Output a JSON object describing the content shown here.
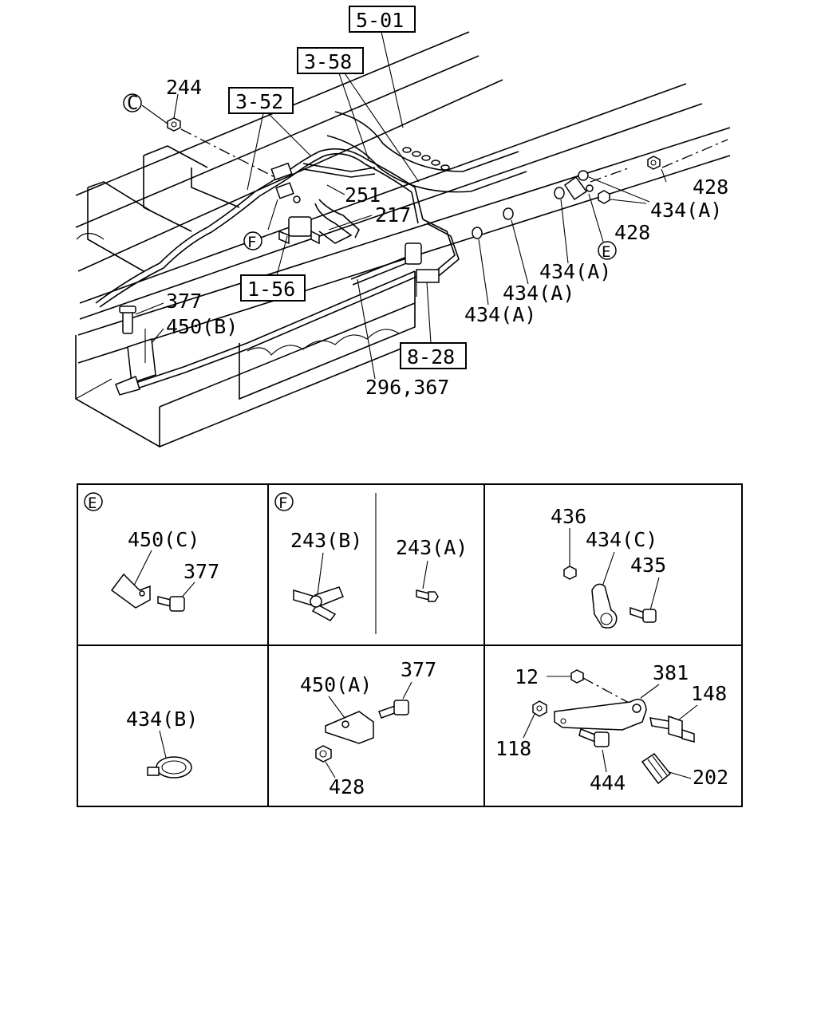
{
  "refs": {
    "r501": "5-01",
    "r358": "3-58",
    "r352": "3-52",
    "r156": "1-56",
    "r828": "8-28"
  },
  "callouts": {
    "c": "C",
    "e": "E",
    "f": "F"
  },
  "main": {
    "p244": "244",
    "p251": "251",
    "p217": "217",
    "p377": "377",
    "p450b": "450(B)",
    "p296": "296,367",
    "p428a": "428",
    "p428b": "428",
    "p434a1": "434(A)",
    "p434a2": "434(A)",
    "p434a3": "434(A)",
    "p434a4": "434(A)"
  },
  "detail_e": {
    "p450c": "450(C)",
    "p377": "377"
  },
  "detail_f": {
    "p243b": "243(B)",
    "p243a": "243(A)"
  },
  "detail_clip": {
    "p436": "436",
    "p434c": "434(C)",
    "p435": "435"
  },
  "detail_434b": {
    "p434b": "434(B)"
  },
  "detail_450a": {
    "p450a": "450(A)",
    "p377": "377",
    "p428": "428"
  },
  "detail_valve": {
    "p12": "12",
    "p381": "381",
    "p148": "148",
    "p118": "118",
    "p444": "444",
    "p202": "202"
  }
}
